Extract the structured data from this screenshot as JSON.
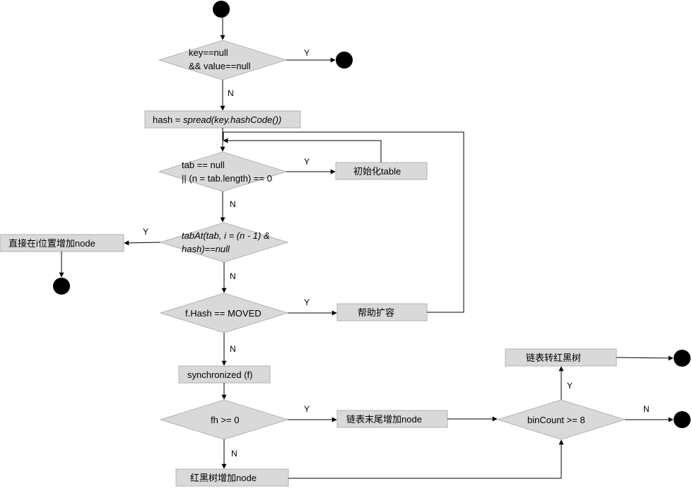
{
  "diagram": {
    "decisions": {
      "null_check": {
        "line1": "key==null",
        "line2": "&& value==null"
      },
      "tab_check": {
        "line1": "tab == null",
        "line2": "|| (n = tab.length) == 0"
      },
      "tabat_check": {
        "line1": "tabAt(tab, i = (n - 1) &",
        "line2": "hash)==null"
      },
      "moved_check": {
        "line1": "f.Hash == MOVED"
      },
      "fh_check": {
        "line1": "fh >= 0"
      },
      "bincount_check": {
        "line1": "binCount >= 8"
      }
    },
    "processes": {
      "hash_prefix": "hash = ",
      "hash_call": "spread(key.hashCode())",
      "init_table": "初始化table",
      "direct_add": "直接在i位置增加node",
      "help_resize": "帮助扩容",
      "synchronized": "synchronized (f)",
      "list_tail_add": "链表末尾增加node",
      "tree_add": "红黑树增加node",
      "list_to_tree": "链表转红黑树"
    },
    "edge_labels": {
      "yes": "Y",
      "no": "N"
    }
  }
}
